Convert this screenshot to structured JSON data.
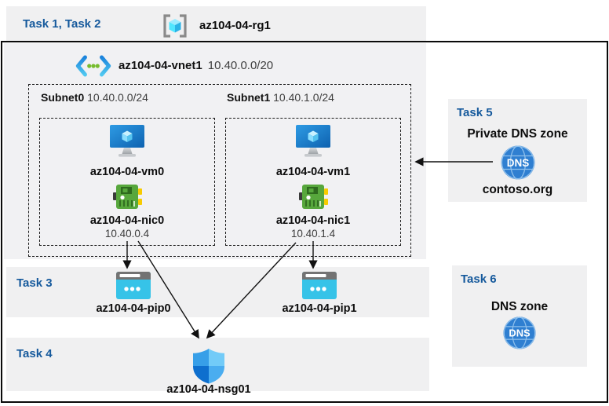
{
  "colors": {
    "task_label_blue": "#15599C",
    "panel_gray": "#F0F0F1",
    "vnet_fill": "#F1F1F3",
    "arrow_black": "#111111"
  },
  "icons": {
    "resource_group": "resource-group-icon",
    "virtual_network": "virtual-network-icon",
    "virtual_machine": "virtual-machine-icon",
    "network_interface": "network-interface-icon",
    "public_ip": "public-ip-icon",
    "network_security_group": "shield-icon",
    "dns": "dns-globe-icon",
    "dns_label": "DNS"
  },
  "top_band": {
    "tasks_label": "Task 1, Task 2",
    "resource_group_name": "az104-04-rg1"
  },
  "vnet": {
    "name": "az104-04-vnet1",
    "cidr": "10.40.0.0/20",
    "subnets": [
      {
        "name": "Subnet0",
        "cidr": "10.40.0.0/24",
        "vm_name": "az104-04-vm0",
        "nic_name": "az104-04-nic0",
        "nic_ip": "10.40.0.4"
      },
      {
        "name": "Subnet1",
        "cidr": "10.40.1.0/24",
        "vm_name": "az104-04-vm1",
        "nic_name": "az104-04-nic1",
        "nic_ip": "10.40.1.4"
      }
    ]
  },
  "task3": {
    "label": "Task 3",
    "pip0_name": "az104-04-pip0",
    "pip1_name": "az104-04-pip1"
  },
  "task4": {
    "label": "Task 4",
    "nsg_name": "az104-04-nsg01"
  },
  "task5": {
    "label": "Task 5",
    "title": "Private DNS zone",
    "zone_name": "contoso.org"
  },
  "task6": {
    "label": "Task 6",
    "title": "DNS zone"
  }
}
